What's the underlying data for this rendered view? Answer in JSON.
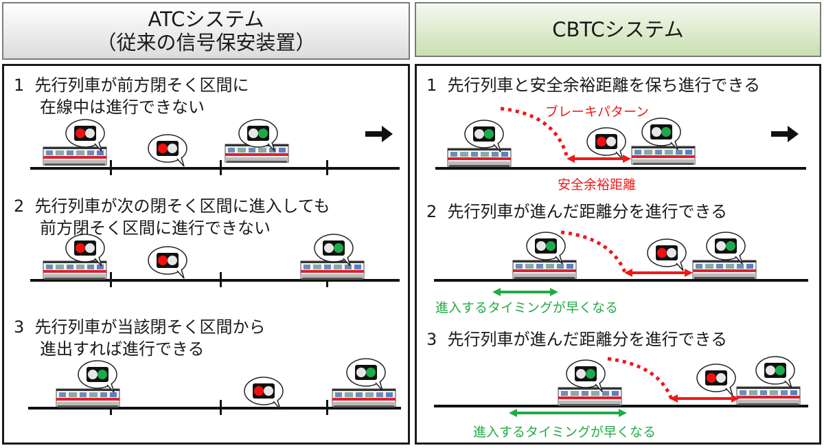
{
  "headers": {
    "atc": {
      "line1": "ATCシステム",
      "line2": "（従来の信号保安装置）"
    },
    "cbtc": {
      "line1": "CBTCシステム"
    }
  },
  "atc_steps": [
    {
      "number": "1",
      "line1": "先行列車が前方閉そく区間に",
      "line2": "在線中は進行できない"
    },
    {
      "number": "2",
      "line1": "先行列車が次の閉そく区間に進入しても",
      "line2": "前方閉そく区間に進行できない"
    },
    {
      "number": "3",
      "line1": "先行列車が当該閉そく区間から",
      "line2": "進出すれば進行できる"
    }
  ],
  "cbtc_steps": [
    {
      "number": "1",
      "line1": "先行列車と安全余裕距離を保ち進行できる",
      "brake_label": "ブレーキパターン",
      "margin_label": "安全余裕距離"
    },
    {
      "number": "2",
      "line1": "先行列車が進んだ距離分を進行できる",
      "timing_label": "進入するタイミングが早くなる"
    },
    {
      "number": "3",
      "line1": "先行列車が進んだ距離分を進行できる",
      "timing_label": "進入するタイミングが早くなる"
    }
  ],
  "colors": {
    "signal_red": "#f01010",
    "signal_green": "#1daa4a",
    "signal_off": "#e6e6e6",
    "brake_red": "#f01818",
    "timing_green": "#22aa44",
    "header_green": "#c8e0b0",
    "header_gray": "#dcdcdc"
  },
  "icons": [
    "train-icon",
    "signal-bubble-icon",
    "direction-arrow-icon"
  ]
}
